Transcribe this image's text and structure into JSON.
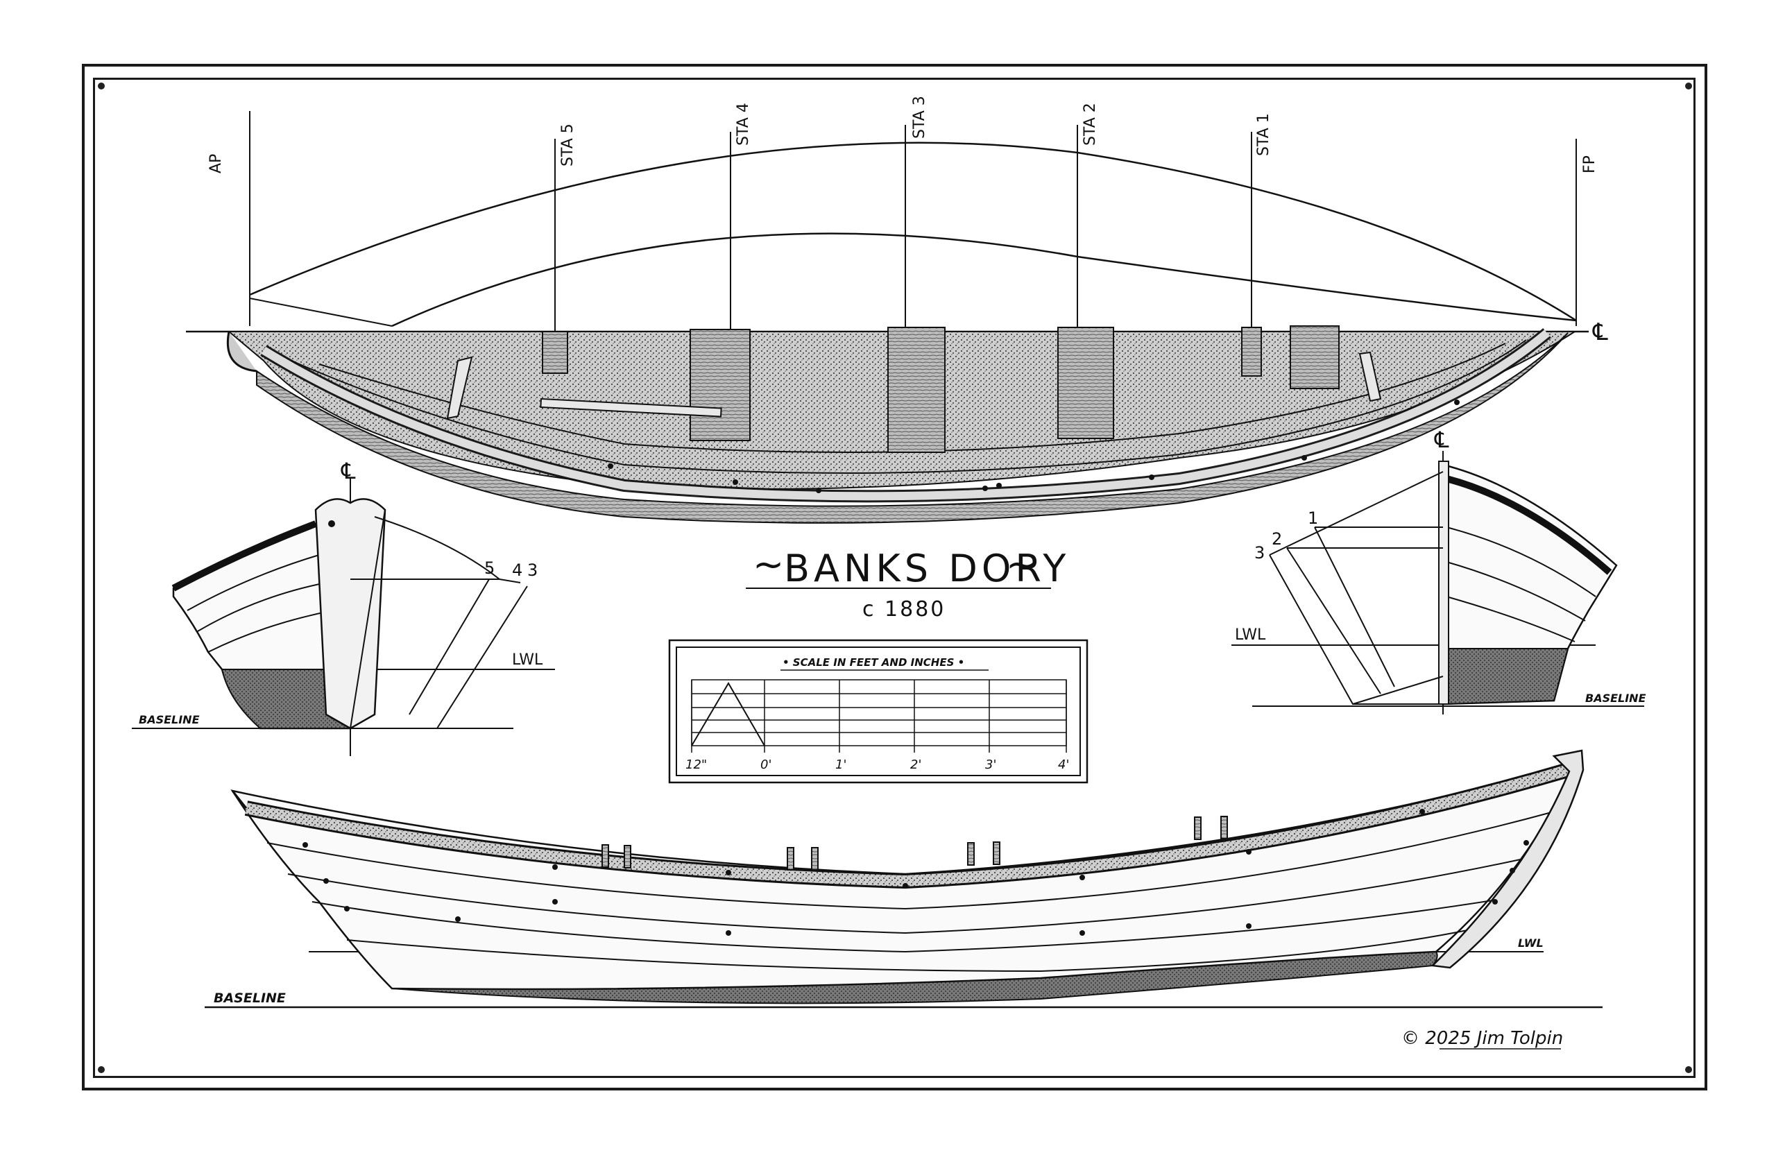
{
  "title": {
    "main": "BANKS DORY",
    "tilde_left": "~",
    "tilde_right": "~",
    "subtitle": "c 1880"
  },
  "plan_view": {
    "labels": {
      "ap": "AP",
      "fp": "FP",
      "sta5": "STA 5",
      "sta4": "STA 4",
      "sta3": "STA 3",
      "sta2": "STA 2",
      "sta1": "STA 1",
      "centerline": "℄"
    }
  },
  "stern_section": {
    "labels": {
      "centerline": "℄",
      "lwl": "LWL",
      "baseline": "BASELINE",
      "station_5": "5",
      "station_4": "4",
      "station_3": "3"
    }
  },
  "bow_section": {
    "labels": {
      "centerline": "℄",
      "lwl": "LWL",
      "baseline": "BASELINE",
      "station_3": "3",
      "station_2": "2",
      "station_1": "1"
    }
  },
  "scale": {
    "title": "• SCALE IN FEET AND INCHES •",
    "ticks": [
      "12\"",
      "0'",
      "1'",
      "2'",
      "3'",
      "4'"
    ]
  },
  "profile_view": {
    "labels": {
      "lwl": "LWL",
      "baseline": "BASELINE"
    }
  },
  "credit": {
    "text": "© 2025  Jim Tolpin"
  },
  "colors": {
    "ink": "#111111",
    "shade": "#6b6b6b",
    "wood": "#9a9a9a",
    "paper": "#ffffff"
  }
}
